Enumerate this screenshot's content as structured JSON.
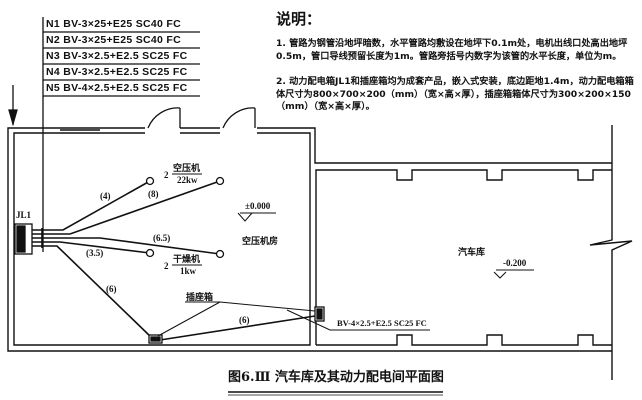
{
  "circuits": [
    {
      "id": "N1",
      "spec": "BV-3×25+E25 SC40 FC"
    },
    {
      "id": "N2",
      "spec": "BV-3×25+E25 SC40 FC"
    },
    {
      "id": "N3",
      "spec": "BV-3×2.5+E2.5 SC25 FC"
    },
    {
      "id": "N4",
      "spec": "BV-3×2.5+E2.5 SC25 FC"
    },
    {
      "id": "N5",
      "spec": "BV-4×2.5+E2.5 SC25 FC"
    }
  ],
  "notes": {
    "title": "说明：",
    "items": [
      "1. 管路为钢管沿地坪暗数，水平管路均敷设在地坪下0.1m处，电机出线口处高出地坪0.5m，管口导线预留长度为1m。管路旁括号内数字为该管的水平长度，单位为m。",
      "2. 动力配电箱JL1和插座箱均为成套产品，嵌入式安装，底边距地1.4m，动力配电箱箱体尺寸为800×700×200（mm）（宽×高×厚），插座箱箱体尺寸为300×200×150（mm）（宽×高×厚）。"
    ]
  },
  "plan": {
    "panel_label": "JL1",
    "compressor": {
      "count": "2",
      "name": "空压机",
      "power": "22kw"
    },
    "dryer": {
      "count": "2",
      "name": "干燥机",
      "power": "1kw"
    },
    "lengths": {
      "l4": "(4)",
      "l8": "(8)",
      "l65": "(6.5)",
      "l35": "(3.5)",
      "l6a": "(6)",
      "l6b": "(6)"
    },
    "room1_elevation": "±0.000",
    "room1_name": "空压机房",
    "socket_box_label": "插座箱",
    "socket_cable": "BV-4×2.5+E2.5 SC25 FC",
    "room2_name": "汽车库",
    "room2_elevation": "-0.200"
  },
  "caption": "图6.Ⅲ  汽车库及其动力配电间平面图"
}
